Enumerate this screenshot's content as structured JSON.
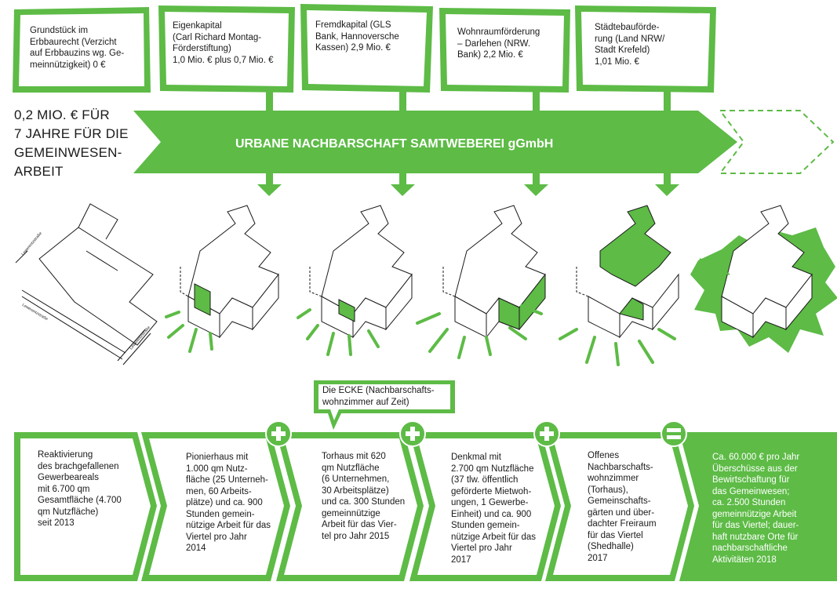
{
  "colors": {
    "green": "#5dbb46",
    "ink": "#1a1a1a",
    "white": "#ffffff"
  },
  "funding": [
    {
      "text": "Grundstück im\nErbbaurecht (Verzicht\nauf Erbbauzins wg. Ge-\nmeinnützigkeit) 0 €"
    },
    {
      "text": "Eigenkapital\n(Carl Richard Montag-\nFörderstiftung)\n1,0 Mio. € plus 0,7 Mio. €"
    },
    {
      "text": "Fremdkapital (GLS\nBank, Hannoversche\nKassen) 2,9 Mio. €"
    },
    {
      "text": "Wohnraumförderung\n– Darlehen (NRW.\nBank) 2,2 Mio. €"
    },
    {
      "text": "Städtebauförde-\nrung (Land NRW/\nStadt Krefeld)\n1,01 Mio. €"
    }
  ],
  "left_title": "0,2 MIO. € FÜR\n7 JAHRE FÜR DIE\nGEMEINWESEN-\nARBEIT",
  "main_arrow_label": "URBANE NACHBARSCHAFT SAMTWEBEREI gGmbH",
  "plan_labels": [
    "Lewerentzstraße",
    "Lewerentzstraße",
    "Lewerentzstraße"
  ],
  "ecke_label": "Die ECKE (Nachbarschafts-\nwohnzimmer auf Zeit)",
  "steps": [
    {
      "text": "Reaktivierung\ndes brachgefallenen\nGewerbeareals\nmit 6.700 qm\nGesamtfläche (4.700\nqm Nutzfläche)\nseit 2013"
    },
    {
      "text": "Pionierhaus mit\n1.000 qm Nutz-\nfläche (25 Unterneh-\nmen, 60 Arbeits-\nplätze) und ca. 900\nStunden gemein-\nnützige Arbeit für das\nViertel pro Jahr\n2014"
    },
    {
      "text": "Torhaus mit 620\nqm Nutzfläche\n(6 Unternehmen,\n30 Arbeitsplätze)\nund ca. 300 Stunden\ngemeinnützige\nArbeit für das Vier-\ntel pro Jahr 2015"
    },
    {
      "text": "Denkmal mit\n2.700 qm Nutzfläche\n(37 tlw. öffentlich\ngeförderte Mietwoh-\nungen, 1 Gewerbe-\nEinheit) und ca. 900\nStunden gemein-\nnützige Arbeit für das\nViertel pro Jahr\n2017"
    },
    {
      "text": "Offenes\nNachbarschafts-\nwohnzimmer\n(Torhaus),\nGemeinschafts-\ngärten und über-\ndachter Freiraum\nfür das Viertel\n(Shedhalle)\n2017"
    }
  ],
  "result": {
    "text": "Ca. 60.000 € pro Jahr\nÜberschüsse aus der\nBewirtschaftung für\ndas Gemeinwesen;\nca. 2.500 Stunden\ngemeinnützige Arbeit\nfür das Viertel; dauer-\nhaft nutzbare Orte für\nnachbarschaftliche\nAktivitäten 2018"
  },
  "operators": [
    "+",
    "+",
    "+",
    "="
  ]
}
